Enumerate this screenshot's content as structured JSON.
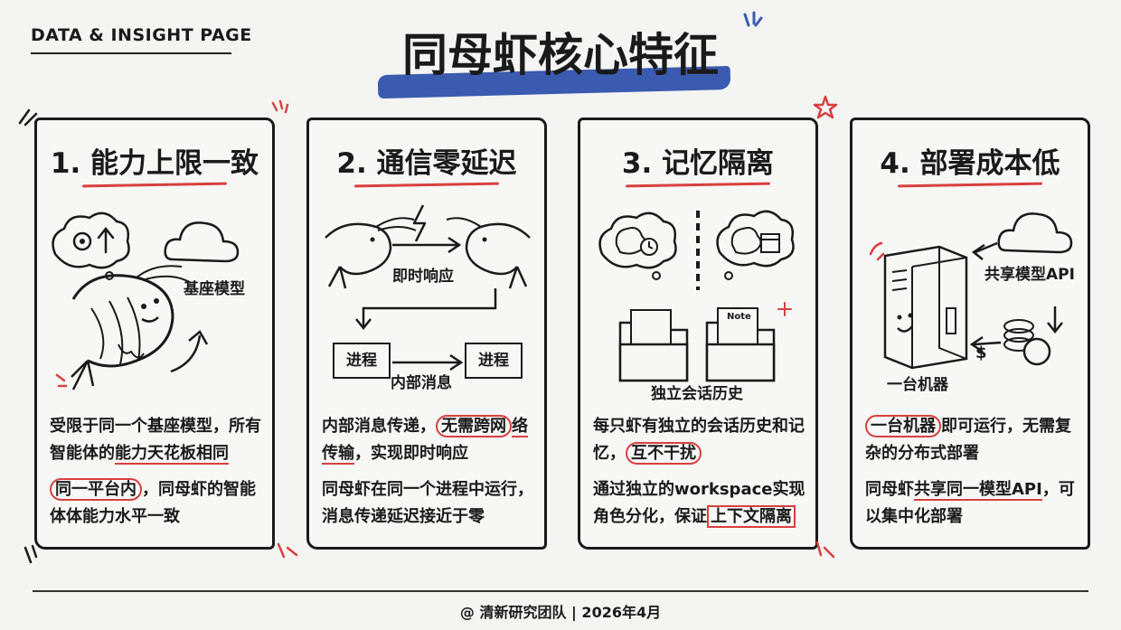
{
  "header": {
    "page_label": "DATA & INSIGHT PAGE",
    "title": "同母虾核心特征"
  },
  "cards": [
    {
      "title": "1. 能力上限一致",
      "labels": [
        "基座模型"
      ],
      "p1_pre": "受限于同一个基座模型，所有智能体的",
      "p1_hl": "能力天花板相同",
      "p2_hl": "同一平台内",
      "p2_post": "，同母虾的智能体体能力水平一致"
    },
    {
      "title": "2. 通信零延迟",
      "labels": [
        "即时响应",
        "进程",
        "进程",
        "内部消息"
      ],
      "p1_pre": "内部消息传递，",
      "p1_hl": "无需跨网",
      "p1_hl2": "络传输",
      "p1_post": "，实现即时响应",
      "p2": "同母虾在同一个进程中运行，消息传递延迟接近于零"
    },
    {
      "title": "3. 记忆隔离",
      "labels": [
        "Note",
        "独立会话历史"
      ],
      "p1_pre": "每只虾有独立的会话历史和记忆，",
      "p1_hl": "互不干扰",
      "p2_pre": "通过独立的workspace实现角色分化，保证",
      "p2_hl": "上下文隔离"
    },
    {
      "title": "4. 部署成本低",
      "labels": [
        "共享模型API",
        "一台机器"
      ],
      "p1_hl": "一台机器",
      "p1_post": "即可运行，无需复杂的分布式部署",
      "p2_pre": "同母虾",
      "p2_hl": "共享同一模型API",
      "p2_post": "，可以集中化部署"
    }
  ],
  "footer": {
    "text": "@ 清新研究团队 | 2026年4月"
  },
  "colors": {
    "accent_red": "#d8403f",
    "title_blue": "#3b5bb0",
    "ink": "#1a1a1a"
  }
}
